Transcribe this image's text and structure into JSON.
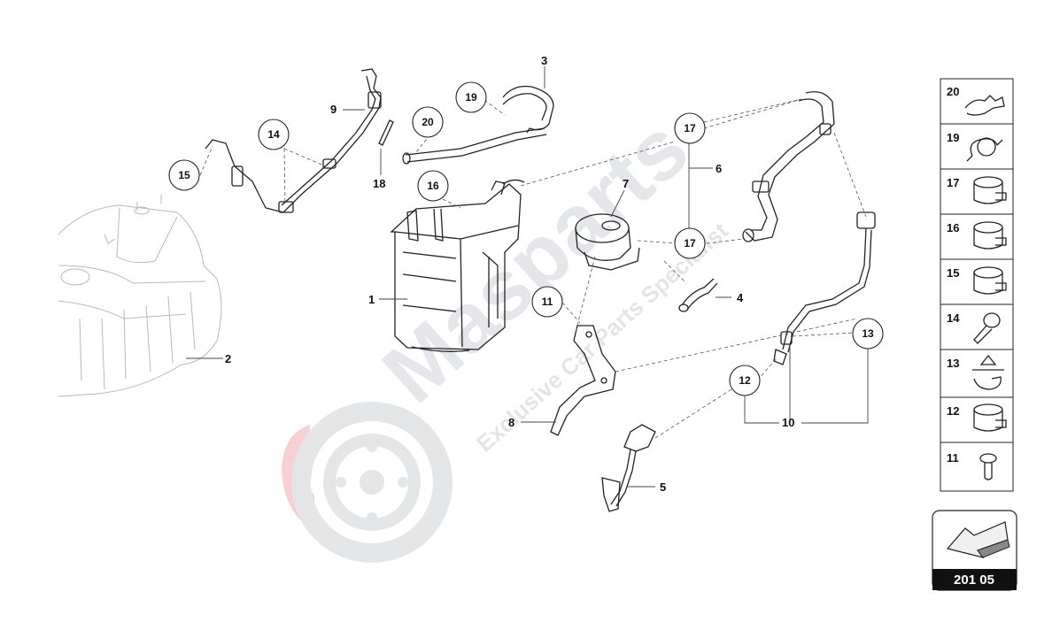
{
  "watermark": {
    "brand": "Masparts",
    "tagline": "Exclusive Car Parts Specialist"
  },
  "page_code": "201 05",
  "parts": [
    {
      "id": "1"
    },
    {
      "id": "2"
    },
    {
      "id": "3"
    },
    {
      "id": "4"
    },
    {
      "id": "5"
    },
    {
      "id": "6"
    },
    {
      "id": "7"
    },
    {
      "id": "8"
    },
    {
      "id": "9"
    },
    {
      "id": "10"
    },
    {
      "id": "18"
    }
  ],
  "callouts": [
    {
      "id": "11"
    },
    {
      "id": "12"
    },
    {
      "id": "13"
    },
    {
      "id": "14"
    },
    {
      "id": "15"
    },
    {
      "id": "16"
    },
    {
      "id": "17a",
      "label": "17"
    },
    {
      "id": "17b",
      "label": "17"
    },
    {
      "id": "19"
    },
    {
      "id": "20"
    }
  ],
  "sidebar": {
    "items": [
      {
        "number": "20",
        "icon": "clip-double-icon"
      },
      {
        "number": "19",
        "icon": "spring-clip-icon"
      },
      {
        "number": "17",
        "icon": "hose-clamp-icon"
      },
      {
        "number": "16",
        "icon": "hose-clamp-icon"
      },
      {
        "number": "15",
        "icon": "hose-clamp-icon"
      },
      {
        "number": "14",
        "icon": "expansion-rivet-icon"
      },
      {
        "number": "13",
        "icon": "cable-tie-clip-icon"
      },
      {
        "number": "12",
        "icon": "hose-clamp-icon"
      },
      {
        "number": "11",
        "icon": "screw-icon"
      }
    ]
  }
}
